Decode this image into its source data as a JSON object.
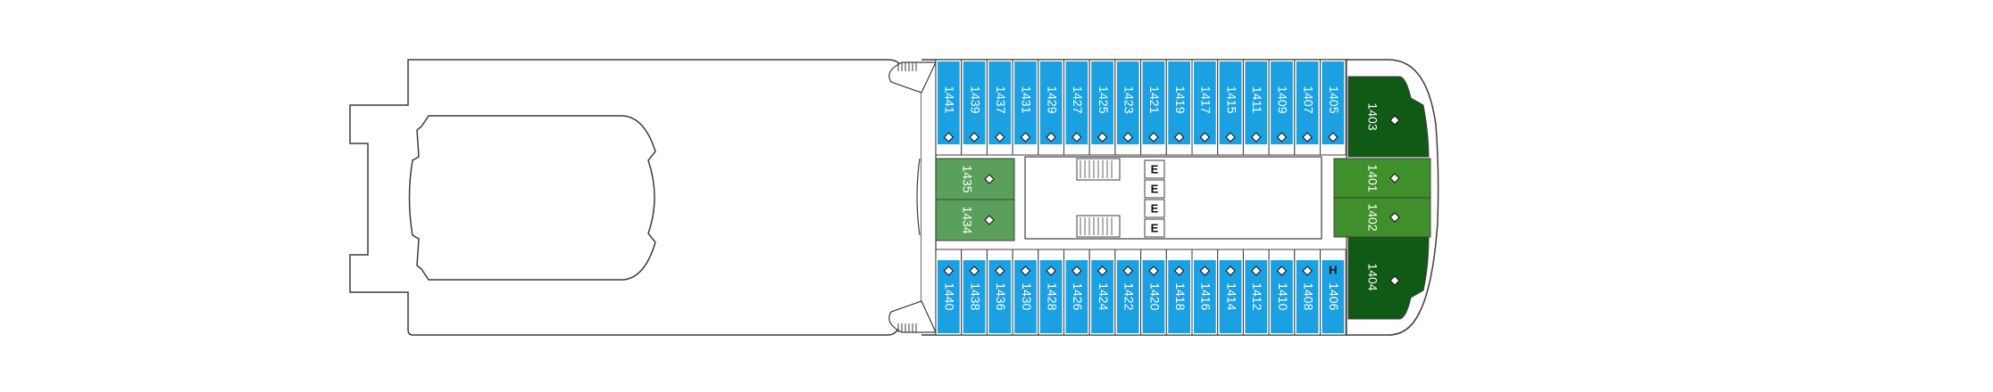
{
  "deck": {
    "colors": {
      "outline": "#3c3c3c",
      "hull_fill": "#ffffff",
      "pool_fill": "#ffffff",
      "cabin_blue": "#1ba0e2",
      "cabin_green_light": "#5ba05a",
      "cabin_green_mid": "#3f8f2a",
      "cabin_green_dark": "#0f5a14",
      "cabin_text": "#ffffff",
      "symbol_text": "#111111"
    },
    "top_row": [
      {
        "label": "1441",
        "icon": "diamond"
      },
      {
        "label": "1439",
        "icon": "diamond"
      },
      {
        "label": "1437",
        "icon": "diamond"
      },
      {
        "label": "1431",
        "icon": "diamond"
      },
      {
        "label": "1429",
        "icon": "diamond"
      },
      {
        "label": "1427",
        "icon": "diamond"
      },
      {
        "label": "1425",
        "icon": "diamond"
      },
      {
        "label": "1423",
        "icon": "diamond"
      },
      {
        "label": "1421",
        "icon": "diamond"
      },
      {
        "label": "1419",
        "icon": "diamond"
      },
      {
        "label": "1417",
        "icon": "diamond"
      },
      {
        "label": "1415",
        "icon": "diamond"
      },
      {
        "label": "1411",
        "icon": "diamond"
      },
      {
        "label": "1409",
        "icon": "diamond"
      },
      {
        "label": "1407",
        "icon": "diamond"
      },
      {
        "label": "1405",
        "icon": "diamond"
      }
    ],
    "bottom_row": [
      {
        "label": "1440",
        "icon": "diamond"
      },
      {
        "label": "1438",
        "icon": "diamond"
      },
      {
        "label": "1436",
        "icon": "diamond"
      },
      {
        "label": "1430",
        "icon": "diamond"
      },
      {
        "label": "1428",
        "icon": "diamond"
      },
      {
        "label": "1426",
        "icon": "diamond"
      },
      {
        "label": "1424",
        "icon": "diamond"
      },
      {
        "label": "1422",
        "icon": "diamond"
      },
      {
        "label": "1420",
        "icon": "diamond"
      },
      {
        "label": "1418",
        "icon": "diamond"
      },
      {
        "label": "1416",
        "icon": "diamond"
      },
      {
        "label": "1414",
        "icon": "diamond"
      },
      {
        "label": "1412",
        "icon": "diamond"
      },
      {
        "label": "1410",
        "icon": "diamond"
      },
      {
        "label": "1408",
        "icon": "diamond"
      },
      {
        "label": "1406",
        "icon": "H"
      }
    ],
    "aft_suites": [
      {
        "label": "1435",
        "icon": "diamond"
      },
      {
        "label": "1434",
        "icon": "diamond"
      }
    ],
    "forward_suites": [
      {
        "label": "1403",
        "icon": "diamond",
        "tone": "dark"
      },
      {
        "label": "1401",
        "icon": "diamond",
        "tone": "mid"
      },
      {
        "label": "1402",
        "icon": "diamond",
        "tone": "mid"
      },
      {
        "label": "1404",
        "icon": "diamond",
        "tone": "dark"
      }
    ],
    "elevators": [
      "E",
      "E",
      "E",
      "E"
    ]
  }
}
